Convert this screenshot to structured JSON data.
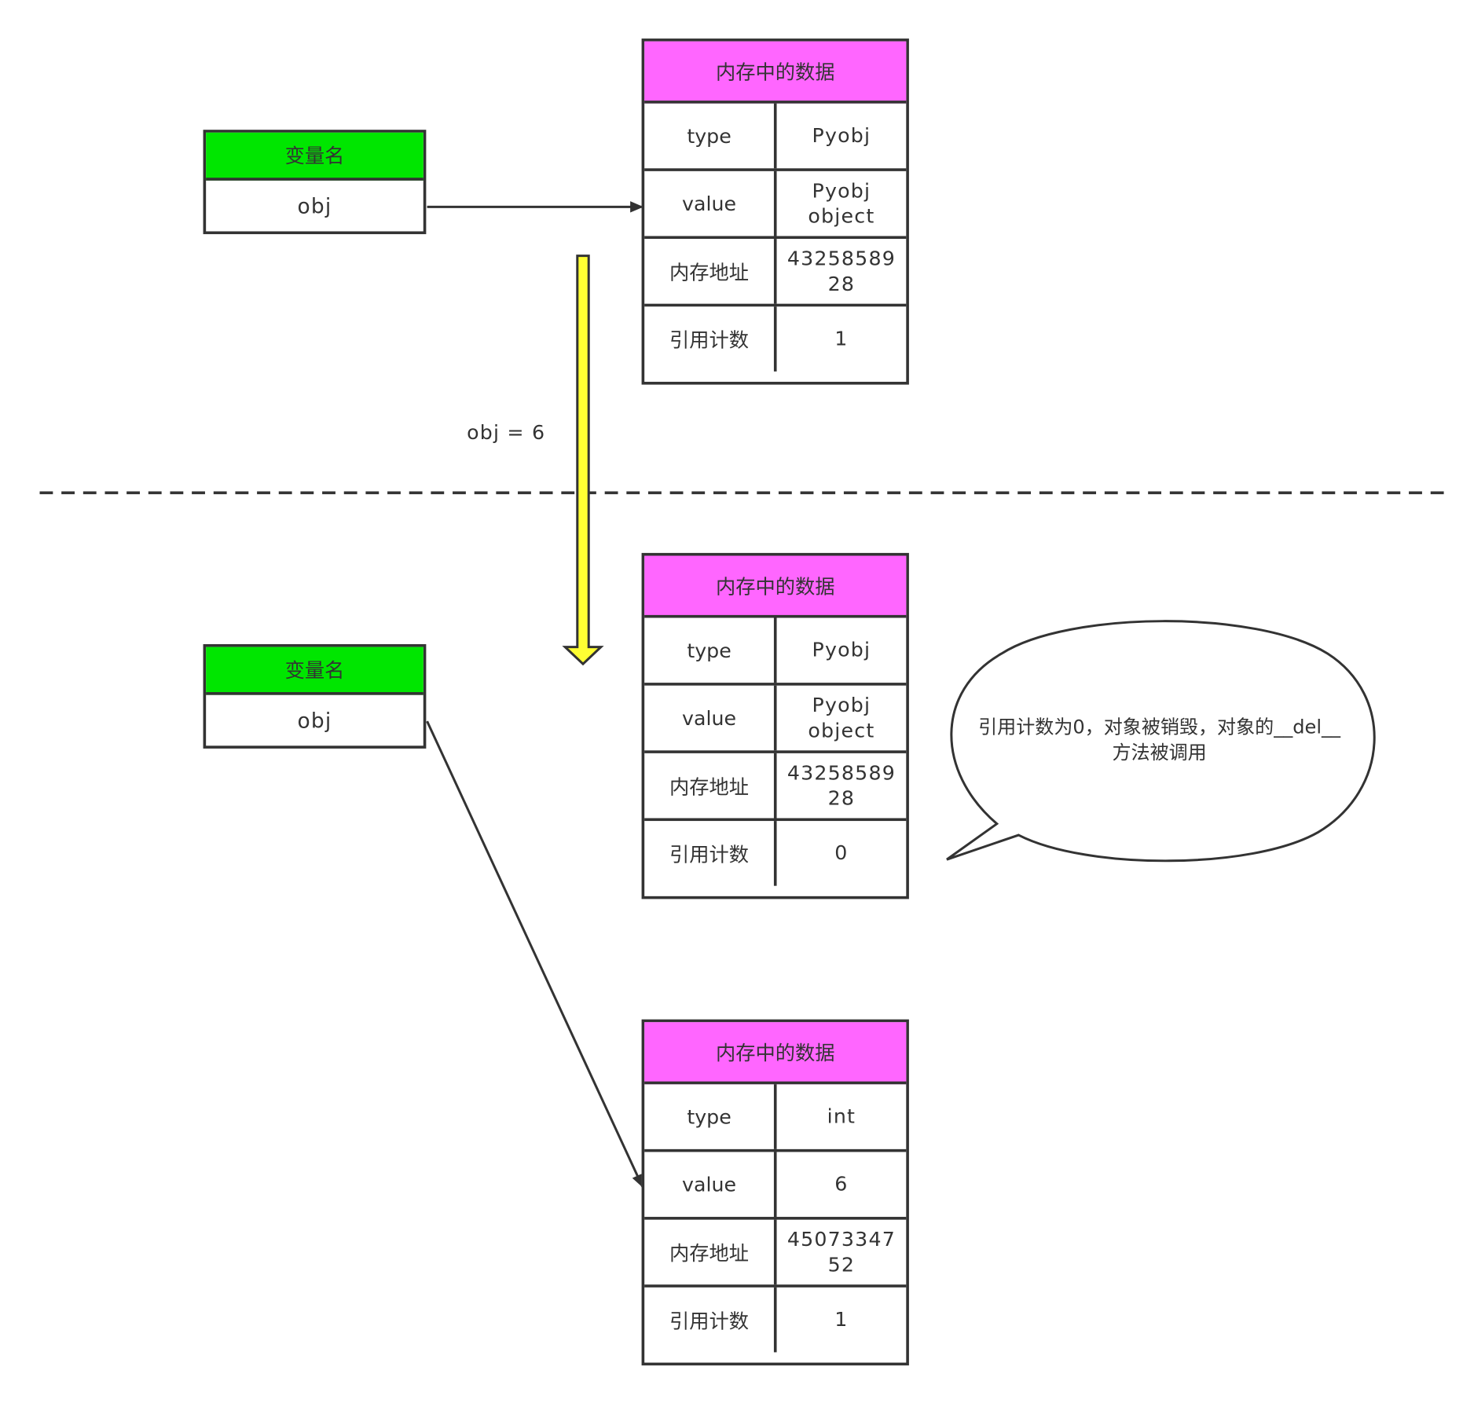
{
  "variable_boxes": [
    {
      "header": "变量名",
      "name": "obj"
    },
    {
      "header": "变量名",
      "name": "obj"
    }
  ],
  "memory_tables": [
    {
      "header": "内存中的数据",
      "rows": [
        {
          "key": "type",
          "value": "Pyobj"
        },
        {
          "key": "value",
          "value": "Pyobj\nobject"
        },
        {
          "key": "内存地址",
          "value": "43258589\n28"
        },
        {
          "key": "引用计数",
          "value": "1"
        }
      ]
    },
    {
      "header": "内存中的数据",
      "rows": [
        {
          "key": "type",
          "value": "Pyobj"
        },
        {
          "key": "value",
          "value": "Pyobj\nobject"
        },
        {
          "key": "内存地址",
          "value": "43258589\n28"
        },
        {
          "key": "引用计数",
          "value": "0"
        }
      ]
    },
    {
      "header": "内存中的数据",
      "rows": [
        {
          "key": "type",
          "value": "int"
        },
        {
          "key": "value",
          "value": "6"
        },
        {
          "key": "内存地址",
          "value": "45073347\n52"
        },
        {
          "key": "引用计数",
          "value": "1"
        }
      ]
    }
  ],
  "assignment_label": "obj = 6",
  "speech_bubble": {
    "line1": "引用计数为0，对象被销毁，对象的__del__",
    "line2": "方法被调用"
  },
  "colors": {
    "variable_header": "#00e600",
    "memory_header": "#ff66ff",
    "transition_arrow": "#ffff33",
    "stroke": "#333333"
  }
}
